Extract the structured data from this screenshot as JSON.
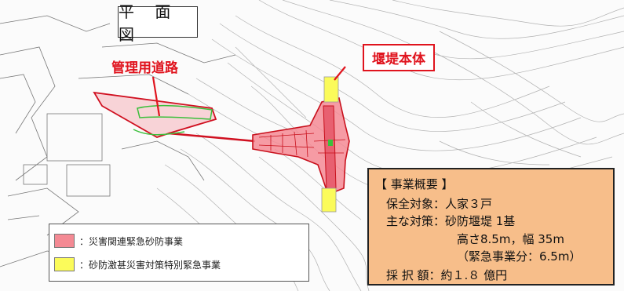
{
  "title": "平 面 図",
  "labels": {
    "road": "管理用道路",
    "dam": "堰堤本体"
  },
  "legend": [
    {
      "text": "：災害関連緊急砂防事業",
      "color": "#f48a94"
    },
    {
      "text": "：砂防激甚災害対策特別緊急事業",
      "color": "#fbfb5a"
    }
  ],
  "info": {
    "heading": "【 事業概要 】",
    "line1": "保全対象：人家３戸",
    "line2": "主な対策：砂防堰堤 1基",
    "line3": "高さ8.5m，幅 35m",
    "line4": "（緊急事業分：6.5m）",
    "line5": "採 択 額：約１.８ 億円"
  },
  "colors": {
    "accent": "#e0141e",
    "info_bg": "#f7be8a",
    "contour": "#9a9a9a",
    "road_green": "#3cbf3c"
  }
}
